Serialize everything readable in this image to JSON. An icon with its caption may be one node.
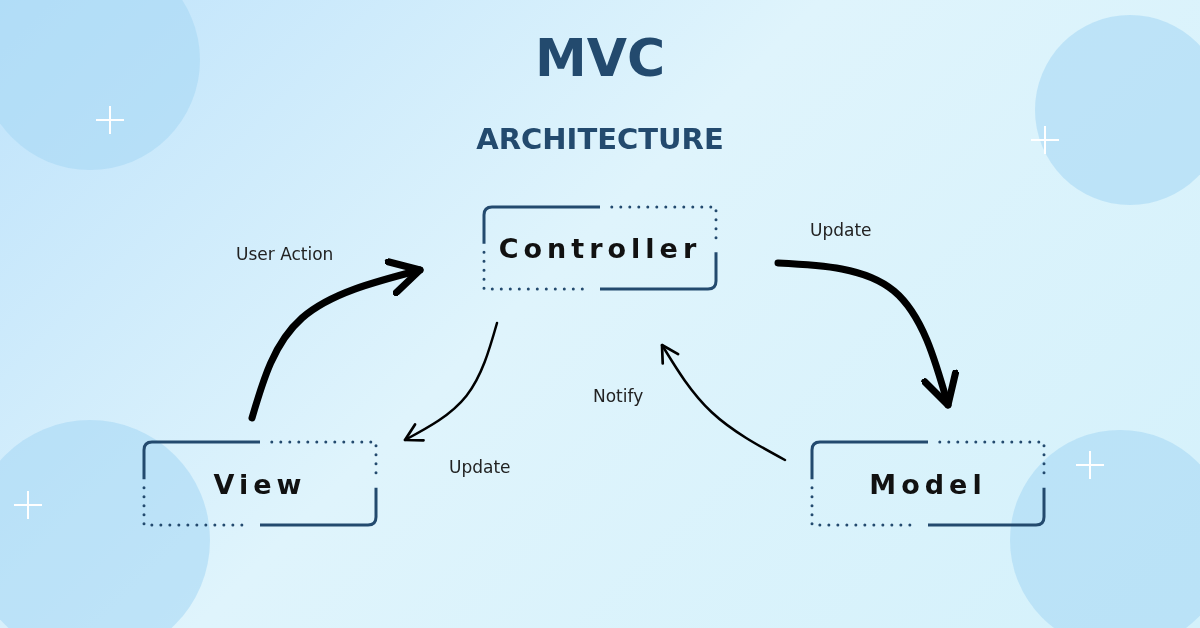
{
  "diagram": {
    "title": "MVC",
    "nodes": [
      {
        "text": [
          "Controller"
        ]
      },
      {
        "text": [
          "View"
        ]
      },
      {
        "text": [
          "Model"
        ]
      }
    ],
    "edges": [
      {
        "from": 1,
        "to": 0,
        "arrow": "to",
        "label": "User Action",
        "style": "thick"
      },
      {
        "from": 0,
        "to": 1,
        "arrow": "to",
        "label": "Update"
      },
      {
        "from": 0,
        "to": 2,
        "arrow": "to",
        "label": "Update",
        "style": "thick"
      },
      {
        "from": 2,
        "to": 0,
        "arrow": "to",
        "label": "Notify"
      }
    ],
    "labels": [
      "ARCHITECTURE"
    ]
  }
}
